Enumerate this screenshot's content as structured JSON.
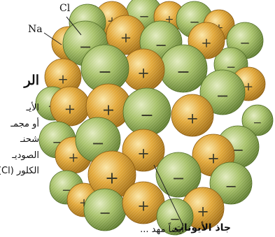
{
  "labels": {
    "na": "Na",
    "cl": "Cl",
    "caption": "جاذ الأيونات",
    "heading": "الر",
    "body_lines": [
      "الأيـ",
      "أو مجمـ",
      "شحنـ",
      "الصوديـ",
      "الكلور (Cl)"
    ],
    "bottom_line": "أيضاً مهد ..."
  },
  "symbols": {
    "cation": "+",
    "anion": "−"
  },
  "colors": {
    "sodium_ion": "#e3a93a",
    "chloride_ion": "#98b65a",
    "leader_line": "#222222",
    "text": "#111111"
  }
}
